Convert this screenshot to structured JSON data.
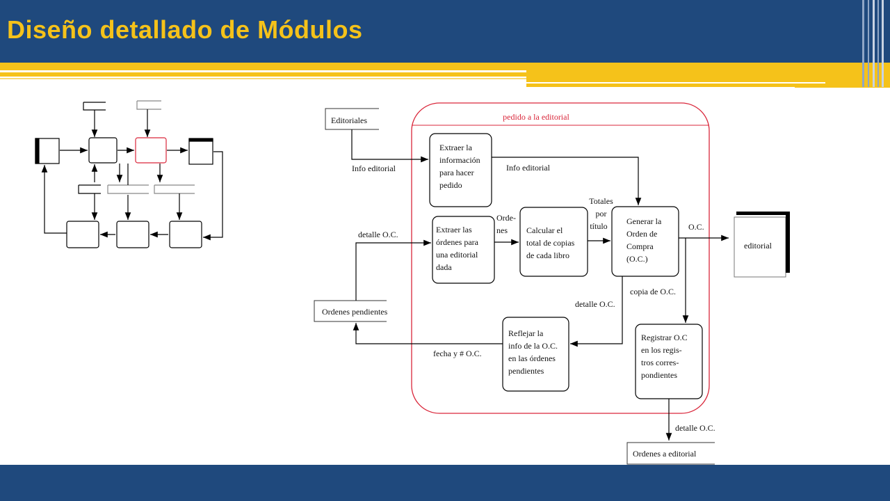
{
  "slide": {
    "title": "Diseño detallado de Módulos"
  },
  "colors": {
    "header_blue": "#1f497d",
    "title_gold": "#f5c21a",
    "highlight_red": "#d9263a"
  },
  "diagram": {
    "boundary_label": "pedido a la editorial",
    "stores": {
      "editoriales": "Editoriales",
      "ordenes_pendientes": "Ordenes pendientes",
      "ordenes_a_editorial": "Ordenes a editorial"
    },
    "external": {
      "editorial": "editorial"
    },
    "processes": {
      "extraer_info": [
        "Extraer la",
        "información",
        "para hacer",
        "pedido"
      ],
      "extraer_ordenes": [
        "Extraer las",
        "órdenes para",
        "una editorial",
        "dada"
      ],
      "calcular_total": [
        "Calcular el",
        "total de copias",
        "de cada libro"
      ],
      "generar_oc": [
        "Generar la",
        "Orden de",
        "Compra",
        "(O.C.)"
      ],
      "reflejar_info": [
        "Reflejar la",
        "info de la O.C.",
        "en las órdenes",
        "pendientes"
      ],
      "registrar_oc": [
        "Registrar O.C",
        "en los regis-",
        "tros corres-",
        "pondientes"
      ]
    },
    "flows": {
      "info_editorial_in": "Info editorial",
      "info_editorial_out": "Info editorial",
      "detalle_oc_in": "detalle O.C.",
      "ordenes": [
        "Orde-",
        "nes"
      ],
      "totales": [
        "Totales",
        "por",
        "título"
      ],
      "oc_out": "O.C.",
      "copia_oc": "copia de O.C.",
      "detalle_oc_back": "detalle O.C.",
      "fecha_oc": "fecha y # O.C.",
      "detalle_oc_down": "detalle O.C."
    }
  }
}
